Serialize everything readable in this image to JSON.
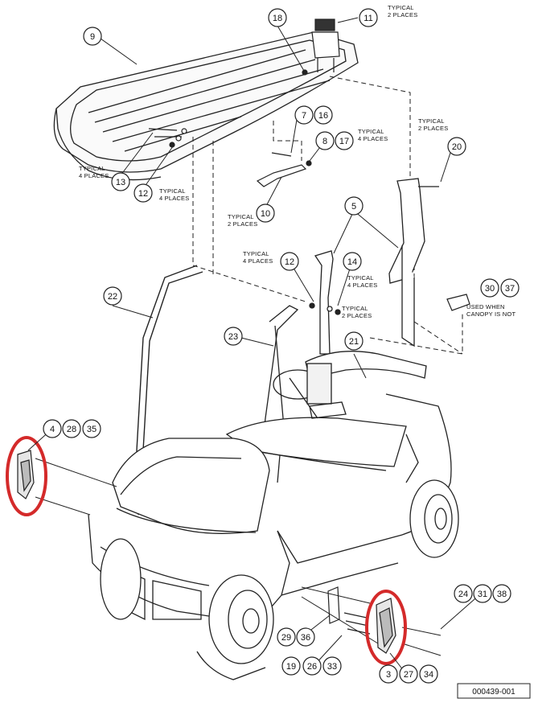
{
  "diagram": {
    "reference_code": "000439-001",
    "colors": {
      "line": "#222222",
      "highlight": "#d42a2a",
      "background": "#ffffff"
    },
    "callouts": [
      {
        "id": "c9",
        "label": "9"
      },
      {
        "id": "c18",
        "label": "18"
      },
      {
        "id": "c11",
        "label": "11"
      },
      {
        "id": "c7",
        "label": "7"
      },
      {
        "id": "c16",
        "label": "16"
      },
      {
        "id": "c8",
        "label": "8"
      },
      {
        "id": "c17",
        "label": "17"
      },
      {
        "id": "c20",
        "label": "20"
      },
      {
        "id": "c13",
        "label": "13"
      },
      {
        "id": "c12a",
        "label": "12"
      },
      {
        "id": "c10",
        "label": "10"
      },
      {
        "id": "c5",
        "label": "5"
      },
      {
        "id": "c12b",
        "label": "12"
      },
      {
        "id": "c14",
        "label": "14"
      },
      {
        "id": "c30",
        "label": "30"
      },
      {
        "id": "c37",
        "label": "37"
      },
      {
        "id": "c22",
        "label": "22"
      },
      {
        "id": "c23",
        "label": "23"
      },
      {
        "id": "c21",
        "label": "21"
      },
      {
        "id": "c4",
        "label": "4"
      },
      {
        "id": "c28",
        "label": "28"
      },
      {
        "id": "c35",
        "label": "35"
      },
      {
        "id": "c24",
        "label": "24"
      },
      {
        "id": "c31",
        "label": "31"
      },
      {
        "id": "c38",
        "label": "38"
      },
      {
        "id": "c29",
        "label": "29"
      },
      {
        "id": "c36",
        "label": "36"
      },
      {
        "id": "c19",
        "label": "19"
      },
      {
        "id": "c26",
        "label": "26"
      },
      {
        "id": "c33",
        "label": "33"
      },
      {
        "id": "c3",
        "label": "3"
      },
      {
        "id": "c27",
        "label": "27"
      },
      {
        "id": "c34",
        "label": "34"
      }
    ],
    "notes": [
      {
        "id": "n11",
        "lines": [
          "TYPICAL",
          "2 PLACES"
        ]
      },
      {
        "id": "n17",
        "lines": [
          "TYPICAL",
          "4 PLACES"
        ]
      },
      {
        "id": "n20",
        "lines": [
          "TYPICAL",
          "2 PLACES"
        ]
      },
      {
        "id": "n13",
        "lines": [
          "TYPICAL",
          "4 PLACES"
        ]
      },
      {
        "id": "n12a",
        "lines": [
          "TYPICAL",
          "4 PLACES"
        ]
      },
      {
        "id": "n10",
        "lines": [
          "TYPICAL",
          "2 PLACES"
        ]
      },
      {
        "id": "n12b",
        "lines": [
          "TYPICAL",
          "4 PLACES"
        ]
      },
      {
        "id": "n14",
        "lines": [
          "TYPICAL",
          "4 PLACES"
        ]
      },
      {
        "id": "n14b",
        "lines": [
          "TYPICAL",
          "2 PLACES"
        ]
      },
      {
        "id": "n30",
        "lines": [
          "USED WHEN",
          "CANOPY IS NOT"
        ]
      }
    ]
  }
}
